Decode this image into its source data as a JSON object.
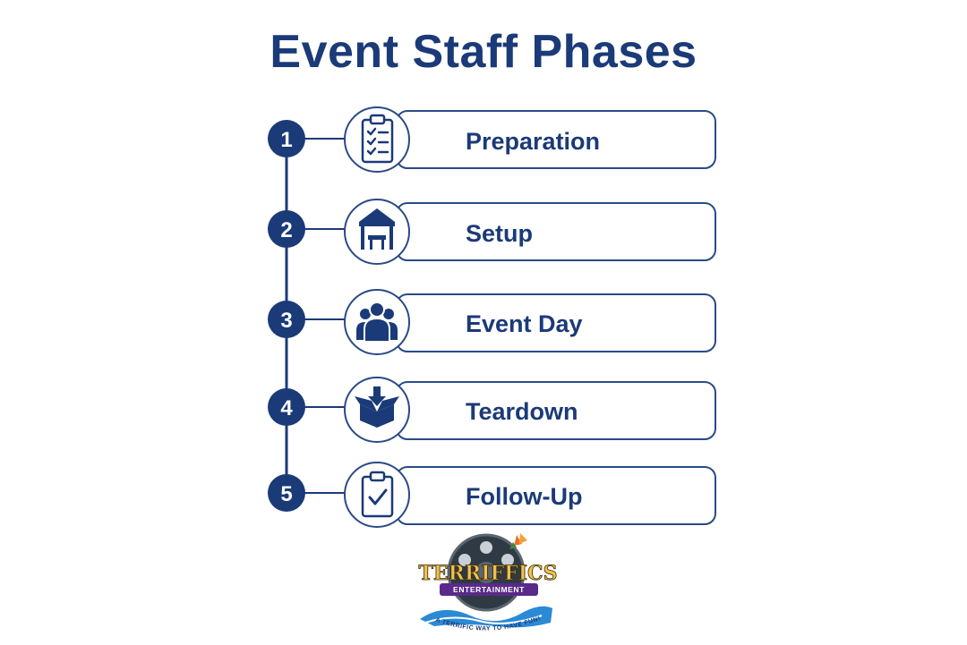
{
  "title": "Event Staff Phases",
  "colors": {
    "primary": "#1b3a78",
    "outline": "#2a4a86",
    "background": "#ffffff"
  },
  "phases": [
    {
      "number": "1",
      "label": "Preparation",
      "icon": "clipboard-checklist-icon"
    },
    {
      "number": "2",
      "label": "Setup",
      "icon": "tent-icon"
    },
    {
      "number": "3",
      "label": "Event Day",
      "icon": "people-group-icon"
    },
    {
      "number": "4",
      "label": "Teardown",
      "icon": "box-down-arrow-icon"
    },
    {
      "number": "5",
      "label": "Follow-Up",
      "icon": "clipboard-check-icon"
    }
  ],
  "logo": {
    "name": "TERRIFFICS",
    "subtitle": "ENTERTAINMENT",
    "tagline": "A TERRIFIC WAY TO HAVE FUN!"
  }
}
